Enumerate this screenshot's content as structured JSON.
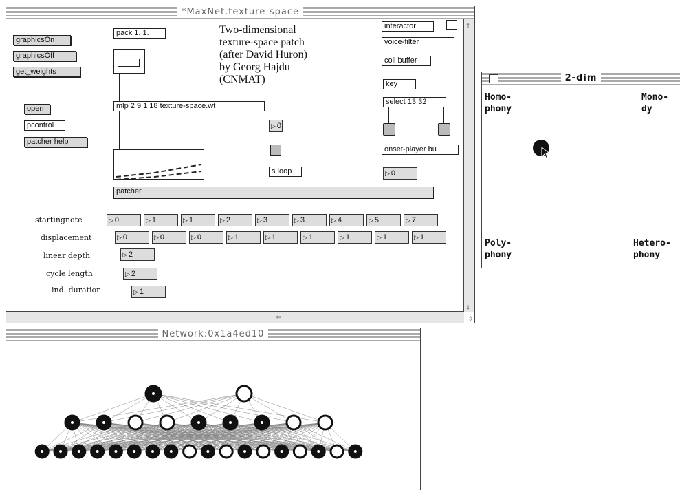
{
  "patch_window": {
    "title": "*MaxNet.texture-space",
    "comment": "Two-dimensional\ntexture-space patch\n(after David Huron)\nby Georg Hajdu\n(CNMAT)",
    "messages": {
      "graphicsOn": "graphicsOn",
      "graphicsOff": "graphicsOff",
      "get_weights": "get_weights",
      "open": "open",
      "pcontrol": "pcontrol",
      "patcher_help": "patcher help"
    },
    "objects": {
      "pack": "pack 1. 1.",
      "mlp": "mlp 2 9 1 18 texture-space.wt",
      "s_loop": "s loop",
      "patcher": "patcher",
      "interactor": "interactor",
      "voice_filter": "voice-filter",
      "coll_buffer": "coll buffer",
      "key": "key",
      "select": "select 13 32",
      "onset_player": "onset-player bu"
    },
    "number_boxes": {
      "loop_value": "0",
      "onset_value": "0"
    },
    "params": [
      {
        "label": "startingnote",
        "values": [
          "0",
          "1",
          "1",
          "2",
          "3",
          "3",
          "4",
          "5",
          "7"
        ]
      },
      {
        "label": "displacement",
        "values": [
          "0",
          "0",
          "0",
          "1",
          "1",
          "1",
          "1",
          "1",
          "1"
        ]
      },
      {
        "label": "linear depth",
        "values": [
          "2"
        ]
      },
      {
        "label": "cycle length",
        "values": [
          "2"
        ]
      },
      {
        "label": "ind. duration",
        "values": [
          "1"
        ]
      }
    ]
  },
  "dim_window": {
    "title": "2-dim",
    "labels": {
      "top_left": "Homo-\nphony",
      "top_right": "Mono-\ndy",
      "bottom_left": "Poly-\nphony",
      "bottom_right": "Hetero-\nphony"
    }
  },
  "network_window": {
    "title": "Network:0x1a4ed10",
    "layers": [
      {
        "name": "output",
        "nodes": [
          "filled",
          "hollow"
        ]
      },
      {
        "name": "hidden",
        "nodes": [
          "filled",
          "filled",
          "hollow",
          "hollow",
          "filled",
          "filled",
          "filled",
          "hollow",
          "hollow"
        ]
      },
      {
        "name": "input",
        "nodes": [
          "filled",
          "filled",
          "filled",
          "filled",
          "filled",
          "filled",
          "filled",
          "filled",
          "hollow",
          "filled",
          "hollow",
          "filled",
          "hollow",
          "filled",
          "hollow",
          "filled",
          "hollow",
          "filled"
        ]
      }
    ]
  },
  "colors": {
    "node_fill": "#111111",
    "button_gray": "#d9d9d9"
  }
}
